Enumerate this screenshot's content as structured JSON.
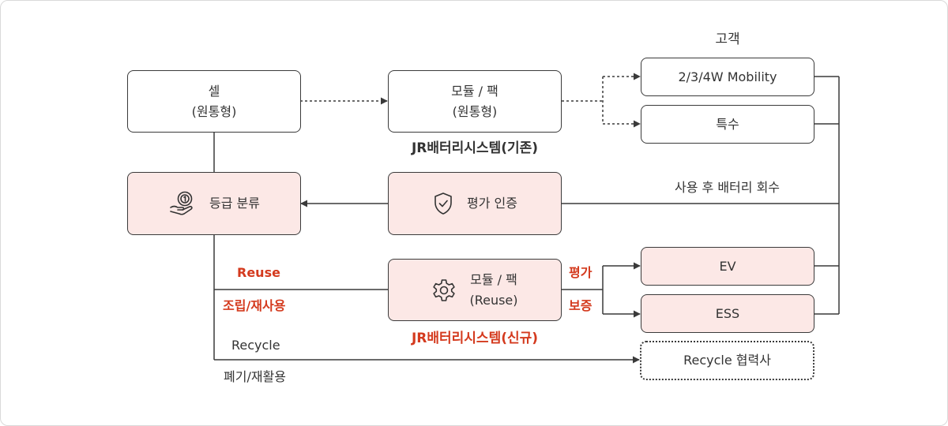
{
  "colors": {
    "accent": "#d43a1e",
    "pink_fill": "#fce8e6",
    "line": "#3a3a3a"
  },
  "cell": {
    "line1": "셀",
    "line2": "(원통형)"
  },
  "module_existing": {
    "line1": "모듈 / 팩",
    "line2": "(원통형)",
    "caption": "JR배터리시스템(기존)"
  },
  "customers": {
    "title": "고객",
    "mobility": "2/3/4W Mobility",
    "special": "특수"
  },
  "grading": {
    "label": "등급 분류",
    "icon": "coin-hand-icon"
  },
  "certification": {
    "label": "평가 인증",
    "icon": "shield-check-icon"
  },
  "collection_label": "사용 후 배터리 회수",
  "reuse": {
    "title": "Reuse",
    "subtitle": "조립/재사용"
  },
  "module_new": {
    "line1": "모듈 / 팩",
    "line2": "(Reuse)",
    "caption": "JR배터리시스템(신규)",
    "icon": "gear-icon"
  },
  "eval_labels": {
    "top": "평가",
    "bottom": "보증"
  },
  "targets": {
    "ev": "EV",
    "ess": "ESS"
  },
  "recycle": {
    "title": "Recycle",
    "subtitle": "폐기/재활용",
    "partner": "Recycle 협력사"
  }
}
